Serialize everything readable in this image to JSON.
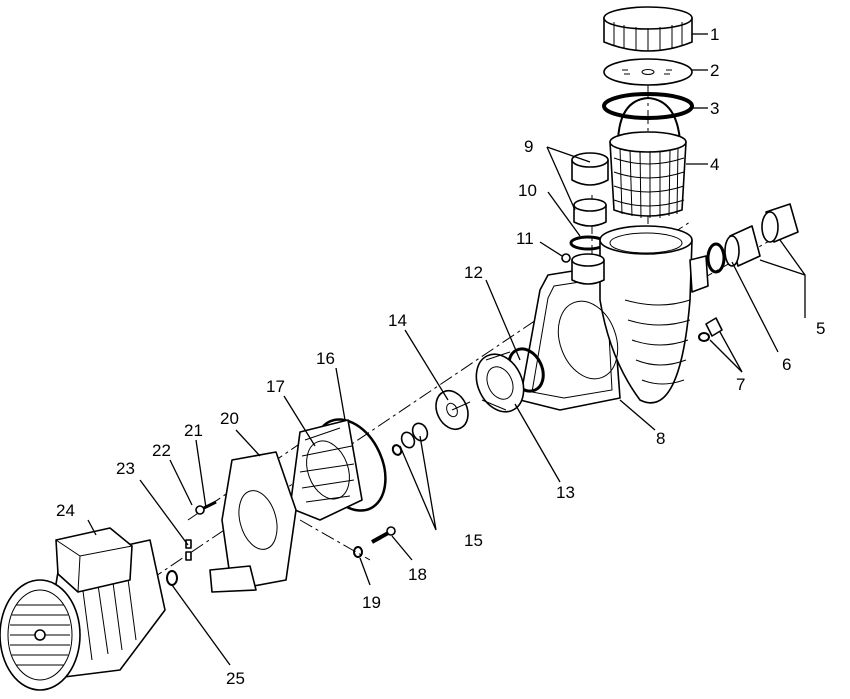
{
  "labels": [
    "1",
    "2",
    "3",
    "4",
    "5",
    "6",
    "7",
    "8",
    "9",
    "10",
    "11",
    "12",
    "13",
    "14",
    "15",
    "16",
    "17",
    "18",
    "19",
    "20",
    "21",
    "22",
    "23",
    "24",
    "25"
  ]
}
